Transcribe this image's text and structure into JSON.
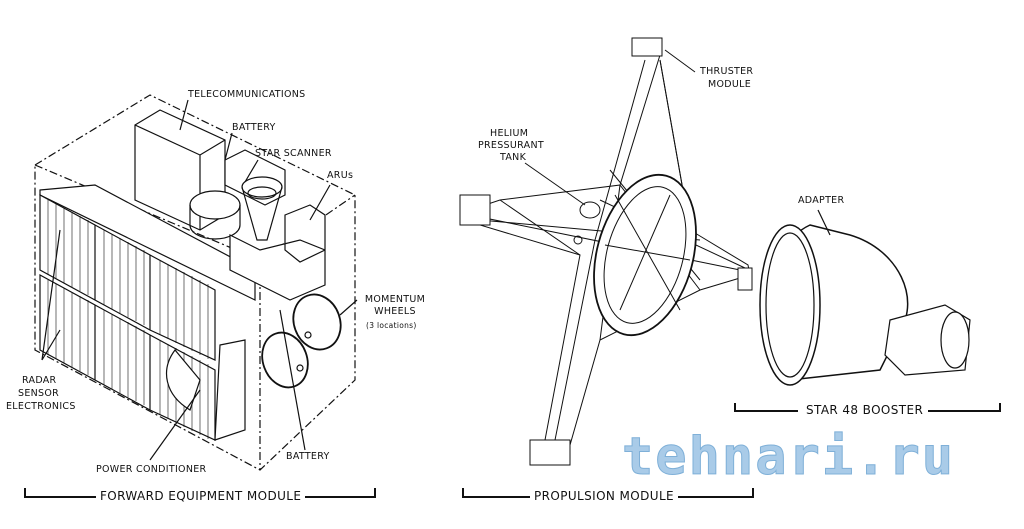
{
  "forward_module": {
    "title": "FORWARD EQUIPMENT MODULE",
    "labels": {
      "telecommunications": "TELECOMMUNICATIONS",
      "battery_top": "BATTERY",
      "star_scanner": "STAR SCANNER",
      "arus": "ARUs",
      "momentum_wheels": "MOMENTUM WHEELS",
      "momentum_wheels_note": "(3 locations)",
      "radar_1": "RADAR",
      "radar_2": "SENSOR",
      "radar_3": "ELECTRONICS",
      "power_conditioner": "POWER CONDITIONER",
      "battery_bottom": "BATTERY"
    }
  },
  "propulsion_module": {
    "title": "PROPULSION MODULE",
    "labels": {
      "thruster_1": "THRUSTER",
      "thruster_2": "MODULE",
      "helium_1": "HELIUM",
      "helium_2": "PRESSURANT",
      "helium_3": "TANK"
    }
  },
  "booster": {
    "title": "STAR 48 BOOSTER",
    "adapter": "ADAPTER"
  },
  "watermark": "tehnari.ru"
}
